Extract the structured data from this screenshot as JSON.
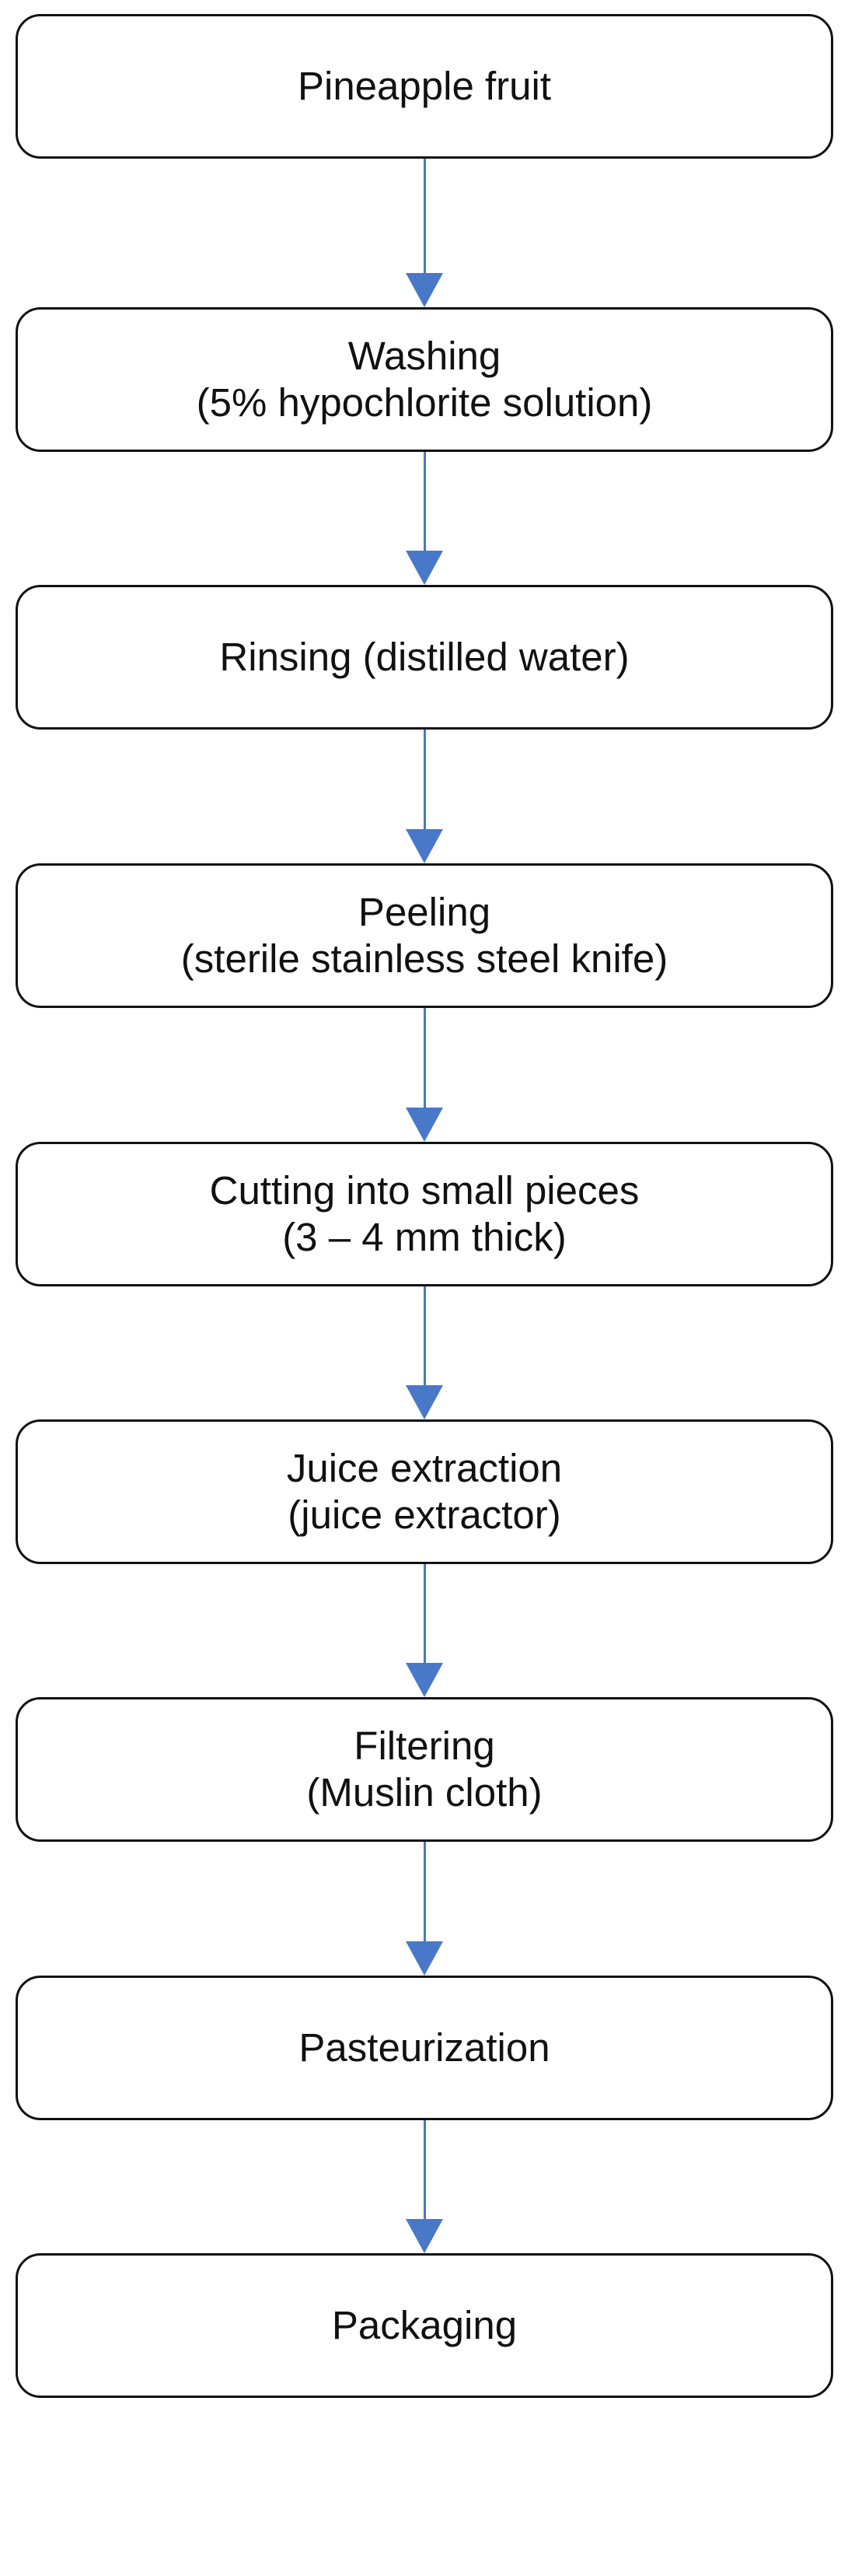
{
  "diagram": {
    "colors": {
      "box_border": "#111111",
      "arrow": "#4a78c8",
      "text": "#111111",
      "background": "#ffffff"
    },
    "steps": [
      {
        "name": "step-pineapple-fruit",
        "lines": [
          "Pineapple fruit"
        ]
      },
      {
        "name": "step-washing",
        "lines": [
          "Washing",
          "(5% hypochlorite solution)"
        ]
      },
      {
        "name": "step-rinsing",
        "lines": [
          "Rinsing (distilled water)"
        ]
      },
      {
        "name": "step-peeling",
        "lines": [
          "Peeling",
          "(sterile stainless steel knife)"
        ]
      },
      {
        "name": "step-cutting",
        "lines": [
          "Cutting into small pieces",
          "(3 – 4 mm thick)"
        ]
      },
      {
        "name": "step-juice-extraction",
        "lines": [
          "Juice extraction",
          "(juice extractor)"
        ]
      },
      {
        "name": "step-filtering",
        "lines": [
          "Filtering",
          "(Muslin cloth)"
        ]
      },
      {
        "name": "step-pasteurization",
        "lines": [
          "Pasteurization"
        ]
      },
      {
        "name": "step-packaging",
        "lines": [
          "Packaging"
        ]
      }
    ]
  }
}
